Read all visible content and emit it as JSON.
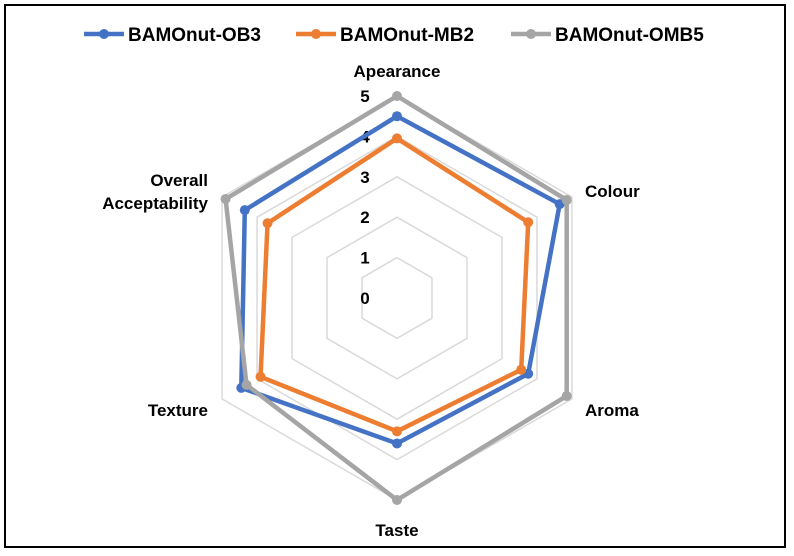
{
  "chart_data": {
    "type": "radar",
    "title": "",
    "categories": [
      "Apearance",
      "Colour",
      "Aroma",
      "Taste",
      "Texture",
      "Overall Acceptability"
    ],
    "axis_label_lines": [
      [
        "Apearance"
      ],
      [
        "Colour"
      ],
      [
        "Aroma"
      ],
      [
        "Taste"
      ],
      [
        "Texture"
      ],
      [
        "Overall",
        "Acceptability"
      ]
    ],
    "rlim": [
      0,
      5
    ],
    "ticks": [
      "0",
      "1",
      "2",
      "3",
      "4",
      "5"
    ],
    "grid": true,
    "legend_position": "top",
    "series": [
      {
        "name": "BAMOnut-OB3",
        "color": "#4472C4",
        "values": [
          4.5,
          4.65,
          3.75,
          3.6,
          4.45,
          4.35
        ]
      },
      {
        "name": "BAMOnut-MB2",
        "color": "#ED7D31",
        "values": [
          3.95,
          3.75,
          3.55,
          3.3,
          3.9,
          3.7
        ]
      },
      {
        "name": "BAMOnut-OMB5",
        "color": "#A5A5A5",
        "values": [
          5.0,
          4.85,
          4.85,
          5.0,
          4.3,
          4.9
        ]
      }
    ]
  }
}
